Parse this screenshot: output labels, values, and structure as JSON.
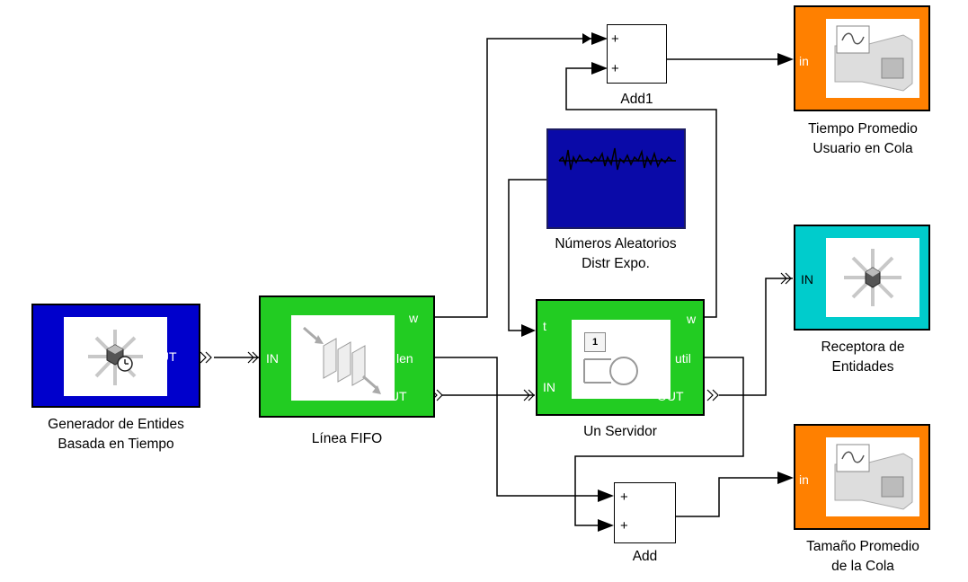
{
  "colors": {
    "generator": "#0000cc",
    "fifo": "#22cc22",
    "server": "#22cc22",
    "random": "#0a0aa8",
    "scope": "#ff8000",
    "sink": "#00cccc",
    "line": "#000000"
  },
  "blocks": {
    "generator": {
      "label_lines": [
        "Generador de Entides",
        "Basada en Tiempo"
      ],
      "ports": {
        "out": "OUT"
      },
      "icon": "entity-generator-icon"
    },
    "fifo": {
      "label_lines": [
        "Línea FIFO"
      ],
      "ports": {
        "in": "IN",
        "w": "w",
        "len": "len",
        "out": "OUT"
      },
      "icon": "fifo-queue-icon"
    },
    "random": {
      "label_lines": [
        "Números Aleatorios",
        "Distr Expo."
      ],
      "icon": "random-signal-icon"
    },
    "server": {
      "label_lines": [
        "Un Servidor"
      ],
      "ports": {
        "t": "t",
        "in": "IN",
        "w": "w",
        "util": "util",
        "out": "OUT"
      },
      "icon": "server-icon",
      "capacity": "1"
    },
    "add1": {
      "label_lines": [
        "Add1"
      ],
      "signs": [
        "+",
        "+"
      ]
    },
    "add": {
      "label_lines": [
        "Add"
      ],
      "signs": [
        "+",
        "+"
      ]
    },
    "scope_top": {
      "label_lines": [
        "Tiempo Promedio",
        "Usuario en Cola"
      ],
      "ports": {
        "in": "in"
      },
      "icon": "signal-scope-icon"
    },
    "sink": {
      "label_lines": [
        "Receptora de",
        "Entidades"
      ],
      "ports": {
        "in": "IN"
      },
      "icon": "entity-sink-icon"
    },
    "scope_bottom": {
      "label_lines": [
        "Tamaño Promedio",
        "de la Cola"
      ],
      "ports": {
        "in": "in"
      },
      "icon": "signal-scope-icon"
    }
  }
}
